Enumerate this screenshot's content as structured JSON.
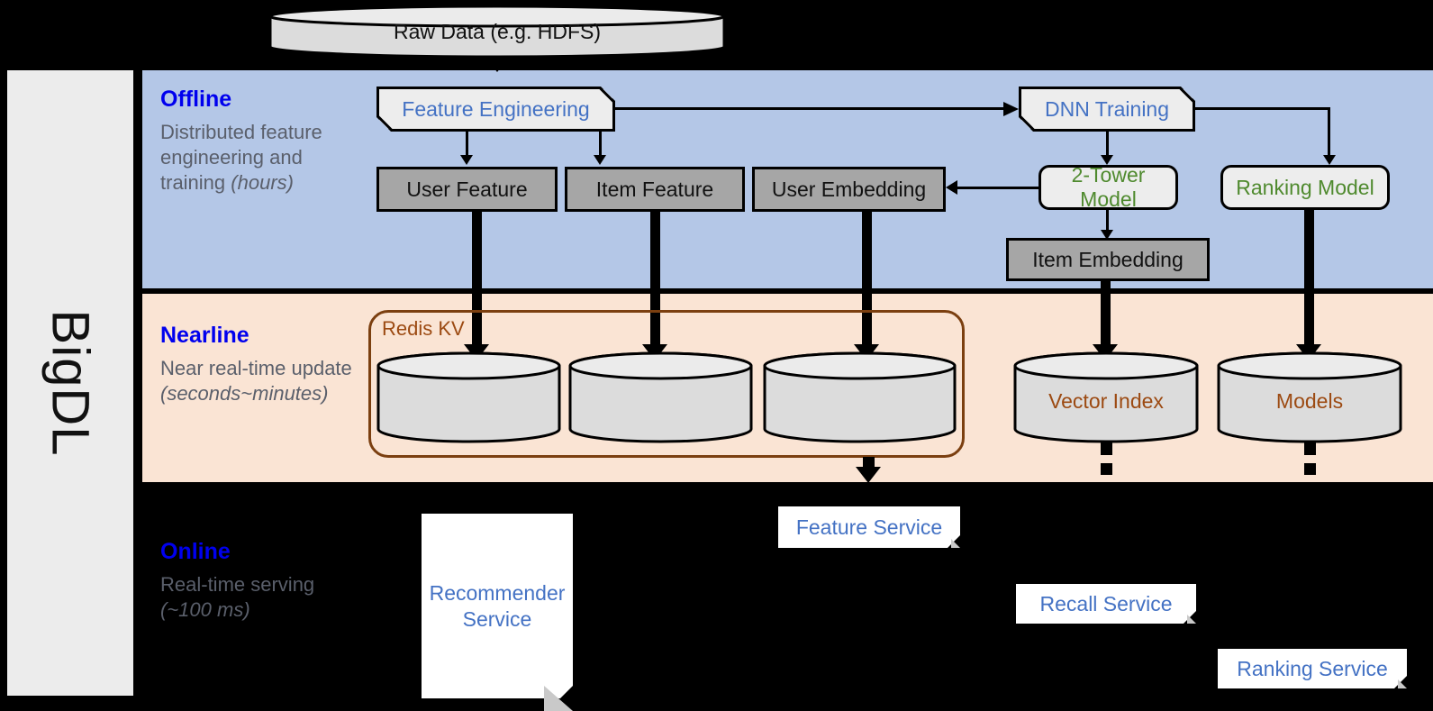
{
  "sidebar": {
    "label": "BigDL"
  },
  "bands": [
    {
      "id": "offline",
      "title": "Offline",
      "sub_line1": "Distributed feature engineering and training ",
      "sub_em": "(hours)",
      "bg": "#b4c7e7"
    },
    {
      "id": "nearline",
      "title": "Nearline",
      "sub_line1": "Near real-time update ",
      "sub_em": "(seconds~minutes)",
      "bg": "#fae4d4"
    },
    {
      "id": "online",
      "title": "Online",
      "sub_line1": "Real-time serving ",
      "sub_em": "(~100 ms)",
      "bg": "#000000"
    }
  ],
  "nodes": {
    "raw_data": "Raw Data (e.g. HDFS)",
    "feature_engineering": "Feature Engineering",
    "dnn_training": "DNN Training",
    "user_feature": "User Feature",
    "item_feature": "Item Feature",
    "user_embedding": "User Embedding",
    "two_tower_model": "2-Tower Model",
    "ranking_model": "Ranking Model",
    "item_embedding": "Item Embedding",
    "redis_kv": "Redis KV",
    "vector_index": "Vector Index",
    "models": "Models",
    "recommender_service": "Recommender\nService",
    "recommender_service_l1": "Recommender",
    "recommender_service_l2": "Service",
    "feature_service": "Feature Service",
    "recall_service": "Recall Service",
    "ranking_service": "Ranking Service"
  },
  "colors": {
    "offline_bg": "#b4c7e7",
    "nearline_bg": "#fae4d4",
    "online_bg": "#000000",
    "band_title": "#0000ee",
    "band_sub": "#5a5f6b",
    "store_grey": "#a6a6a6",
    "model_green": "#4f8a2e",
    "process_blue": "#4472c4",
    "redis_brown": "#9c4a12",
    "cylinder_fill": "#dcdcdc",
    "sidebar_bg": "#ececec"
  }
}
